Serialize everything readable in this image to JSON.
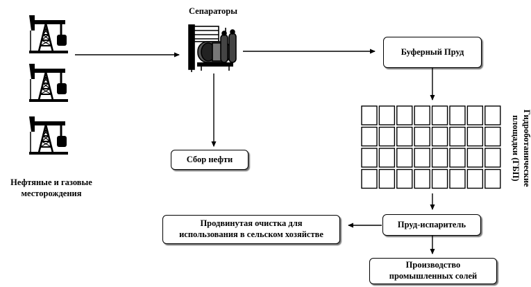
{
  "nodes": {
    "fields_label": "Нефтяные и газовые месторождения",
    "separators_label": "Сепараторы",
    "buffer_pond": "Буферный Пруд",
    "oil_collection": "Сбор нефти",
    "hydrobotanical_line1": "Гидроботанические",
    "hydrobotanical_line2": "площадки (ГБП)",
    "evaporation_pond": "Пруд-испаритель",
    "advanced_treatment_line1": "Продвинутая очистка для",
    "advanced_treatment_line2": "использования в сельском хозяйстве",
    "industrial_salts_line1": "Производство",
    "industrial_salts_line2": "промышленных солей"
  },
  "icons": {
    "oil_well": "oil-pump-jack-icon",
    "separator": "separator-tank-icon"
  },
  "grid": {
    "rows": 4,
    "cols": 8
  }
}
